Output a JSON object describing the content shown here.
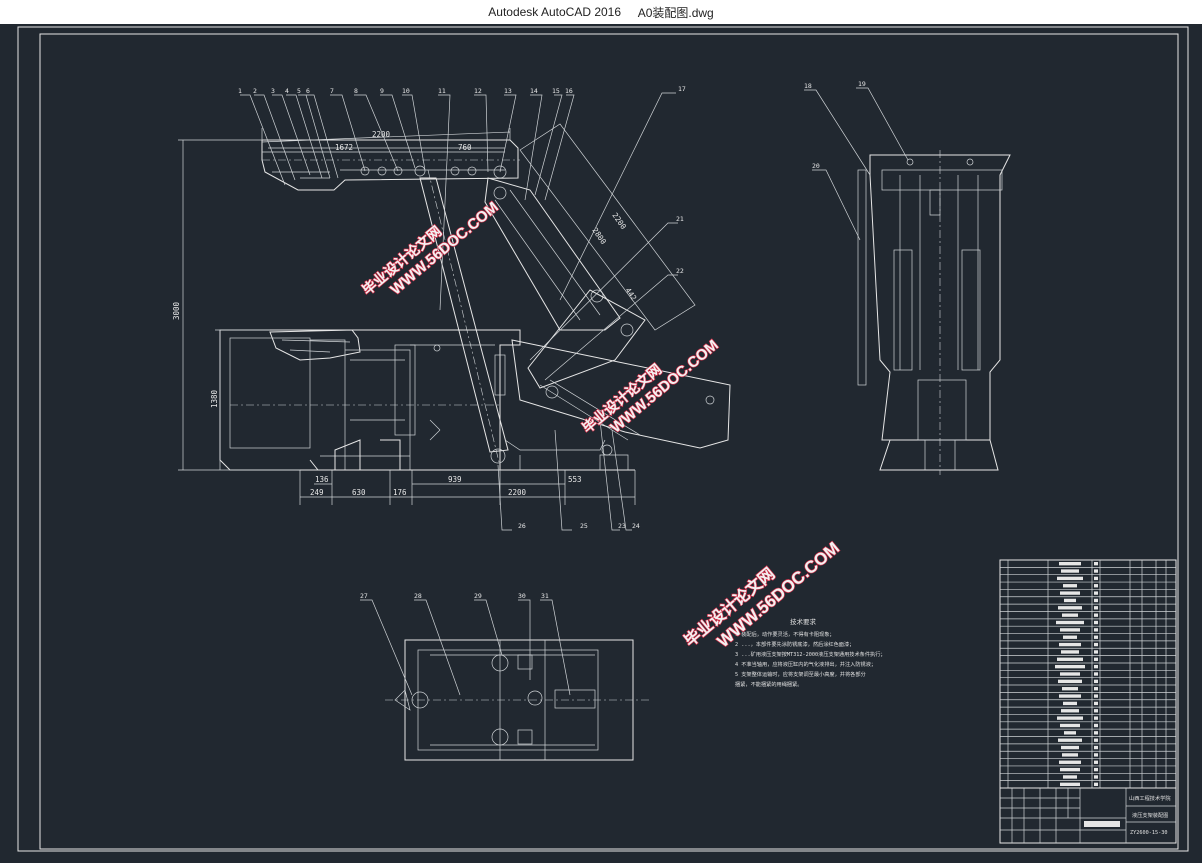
{
  "window": {
    "app_title": "Autodesk AutoCAD 2016",
    "doc_title": "A0装配图.dwg"
  },
  "drawing": {
    "balloons_top": [
      "1",
      "2",
      "3",
      "4",
      "5",
      "6",
      "7",
      "8",
      "9",
      "10",
      "11",
      "12",
      "13",
      "14",
      "15",
      "16",
      "17"
    ],
    "balloons_side": [
      "18",
      "19",
      "20",
      "21",
      "22"
    ],
    "balloons_bottom": [
      "23",
      "24",
      "25",
      "26"
    ],
    "balloons_plan": [
      "27",
      "28",
      "29",
      "30",
      "31"
    ],
    "dimensions": {
      "d2200_top": "2200",
      "d1672": "1672",
      "d760": "760",
      "d3000": "3000",
      "d1380": "1380",
      "d136": "136",
      "d249": "249",
      "d630": "630",
      "d176": "176",
      "d939": "939",
      "d553": "553",
      "d2200_bottom": "2200",
      "d2800": "2800",
      "d2200_diag": "2200",
      "d442": "442"
    },
    "tech_requirements": {
      "title": "技术要求",
      "lines": [
        "1 装配后，动作要灵活，不得有卡阻现象；",
        "2 ...，本部件要先涂防锈底漆，然后涂红色面漆；",
        "3 ...矿用液压支架按MT312-2000液压支架通用技术条件执行；",
        "4 不准当轴用，应将液压缸内的气化液排出，并注入防锈液；",
        "5 支架整体运输时，应将支架调至最小高度，并将各部分",
        "  捆紧，不能捆紧的用绳捆紧。"
      ]
    },
    "title_block": {
      "school": "山西工程技术学院",
      "drawing_name": "液压支架装配图",
      "drawing_no": "ZY2600-15-30"
    }
  },
  "watermarks": [
    {
      "line1": "毕业设计论文网",
      "line2": "WWW.56DOC.COM"
    },
    {
      "line1": "毕业设计论文网",
      "line2": "WWW.56DOC.COM"
    },
    {
      "line1": "毕业设计论文网",
      "line2": "WWW.56DOC.COM"
    }
  ]
}
